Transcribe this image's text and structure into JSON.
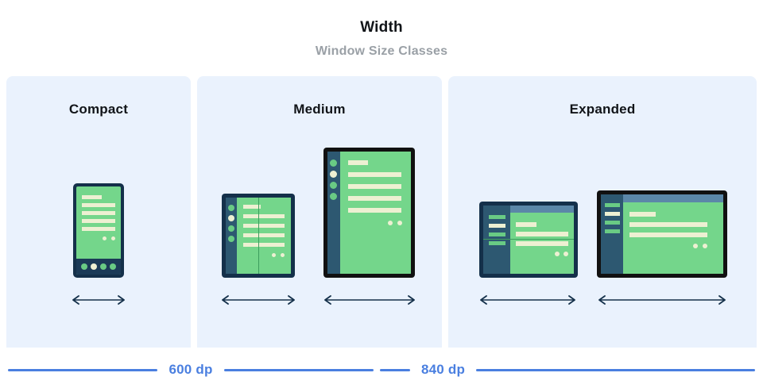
{
  "header": {
    "title": "Width",
    "subtitle": "Window Size Classes"
  },
  "panels": [
    {
      "key": "compact",
      "label": "Compact"
    },
    {
      "key": "medium",
      "label": "Medium"
    },
    {
      "key": "expanded",
      "label": "Expanded"
    }
  ],
  "measures": [
    {
      "key": "600",
      "label": "600 dp"
    },
    {
      "key": "840",
      "label": "840 dp"
    }
  ],
  "devices": {
    "compact_phone": {
      "name": "phone-portrait"
    },
    "medium_foldable": {
      "name": "foldable-portrait"
    },
    "medium_tablet": {
      "name": "tablet-portrait"
    },
    "expanded_foldable": {
      "name": "foldable-landscape"
    },
    "expanded_tablet": {
      "name": "tablet-landscape"
    }
  },
  "colors": {
    "panel_background": "#eaf2fd",
    "device_frame_navy": "#14304a",
    "device_frame_black": "#111111",
    "screen_green": "#74d68b",
    "content_cream": "#edf0d2",
    "nav_rail_slate": "#2d5871",
    "top_bar_blue": "#5b87a8",
    "measure_blue": "#4a7fe0",
    "title_text": "#111418",
    "subtitle_text": "#9aa0a6"
  }
}
